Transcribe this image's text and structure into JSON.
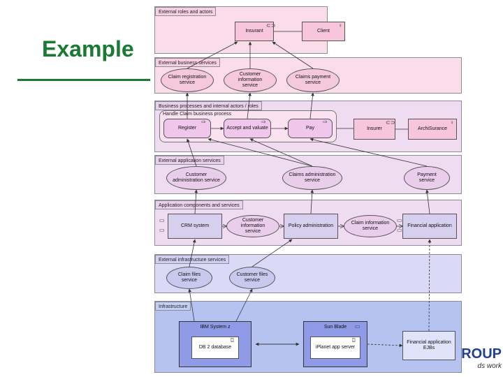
{
  "title": "Example",
  "brand": {
    "word": "ROUP",
    "tagline": "ds work"
  },
  "layers": {
    "roles": "External roles and actors",
    "business_services": "External business services",
    "business_processes": "Business processes and internal actors / roles",
    "app_services": "External application services",
    "app_components": "Application components and services",
    "infra_services": "External infrastructure services",
    "infrastructure": "Infrastructure"
  },
  "roles": {
    "insurant": "Insurant",
    "client": "Client"
  },
  "business_services": {
    "claim_registration": "Claim registration service",
    "customer_information": "Customer information service",
    "claims_payment": "Claims payment service"
  },
  "process": {
    "group": "Handle Claim business process",
    "register": "Register",
    "accept": "Accept and valuate",
    "pay": "Pay",
    "insurer": "Insurer",
    "archisurance": "ArchiSurance"
  },
  "app_services": {
    "customer_admin": "Customer administration service",
    "claims_admin": "Claims administration service",
    "payment": "Payment service"
  },
  "app_components": {
    "crm": "CRM system",
    "customer_info": "Customer information service",
    "policy_admin": "Policy administration",
    "claim_info": "Claim information service",
    "financial": "Financial application"
  },
  "infra_services": {
    "claim_files": "Claim files service",
    "customer_files": "Customer files service"
  },
  "infrastructure": {
    "ibm": "IBM System z",
    "db2": "DB 2 database",
    "sun": "Sun Blade",
    "iplanet": "iPlanet app server",
    "ejbs": "Financial application EJBs"
  }
}
